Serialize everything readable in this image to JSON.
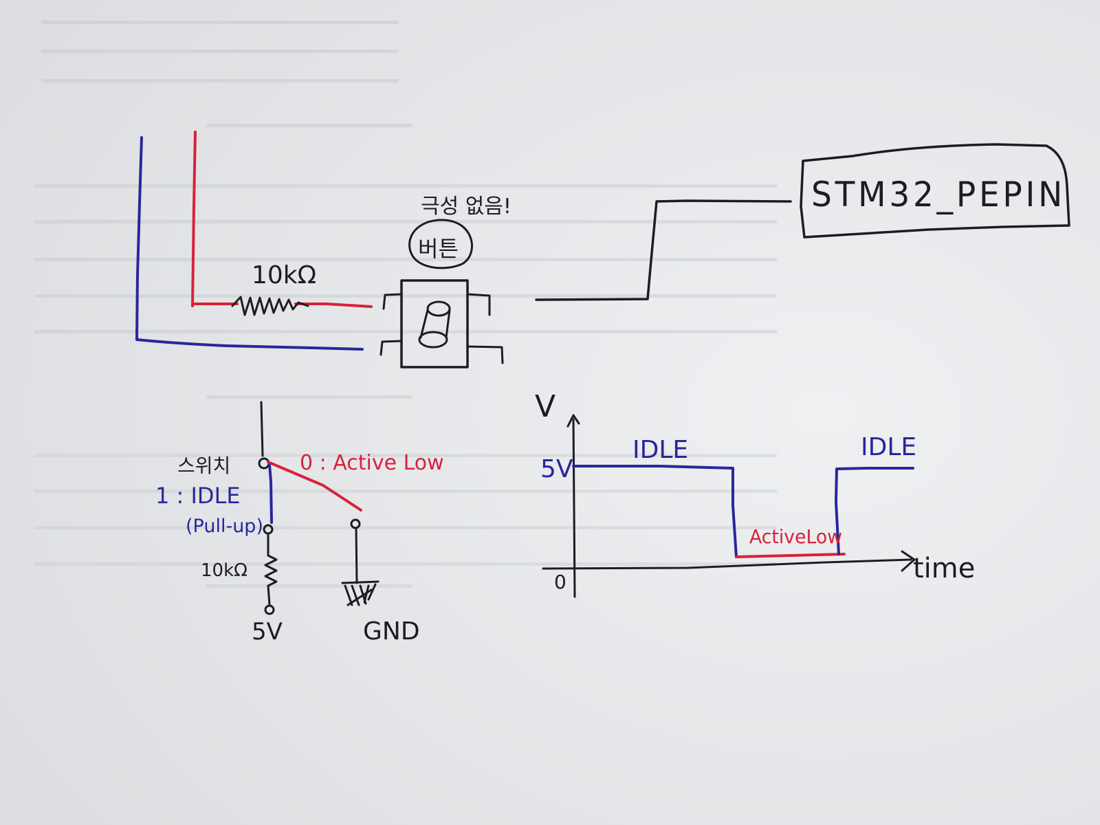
{
  "colors": {
    "paper": "#e9eaec",
    "black_ink": "#1c1c22",
    "blue_ink": "#27279a",
    "red_ink": "#d8223a"
  },
  "top_circuit": {
    "resistor_label": "10kΩ",
    "polarity_note": "극성 없음!",
    "button_label": "버튼",
    "mcu_label": "STM32_PEPIN"
  },
  "switch_schematic": {
    "switch_label": "스위치",
    "idle_state": "1 : IDLE",
    "pull_up": "(Pull-up)",
    "active_state": "0 : Active Low",
    "resistor_label": "10kΩ",
    "supply_label": "5V",
    "ground_label": "GND"
  },
  "timing_diagram": {
    "y_axis_label": "V",
    "x_axis_label": "time",
    "high_level_label": "5V",
    "origin_label": "0",
    "idle_label_1": "IDLE",
    "idle_label_2": "IDLE",
    "active_label": "ActiveLow"
  }
}
